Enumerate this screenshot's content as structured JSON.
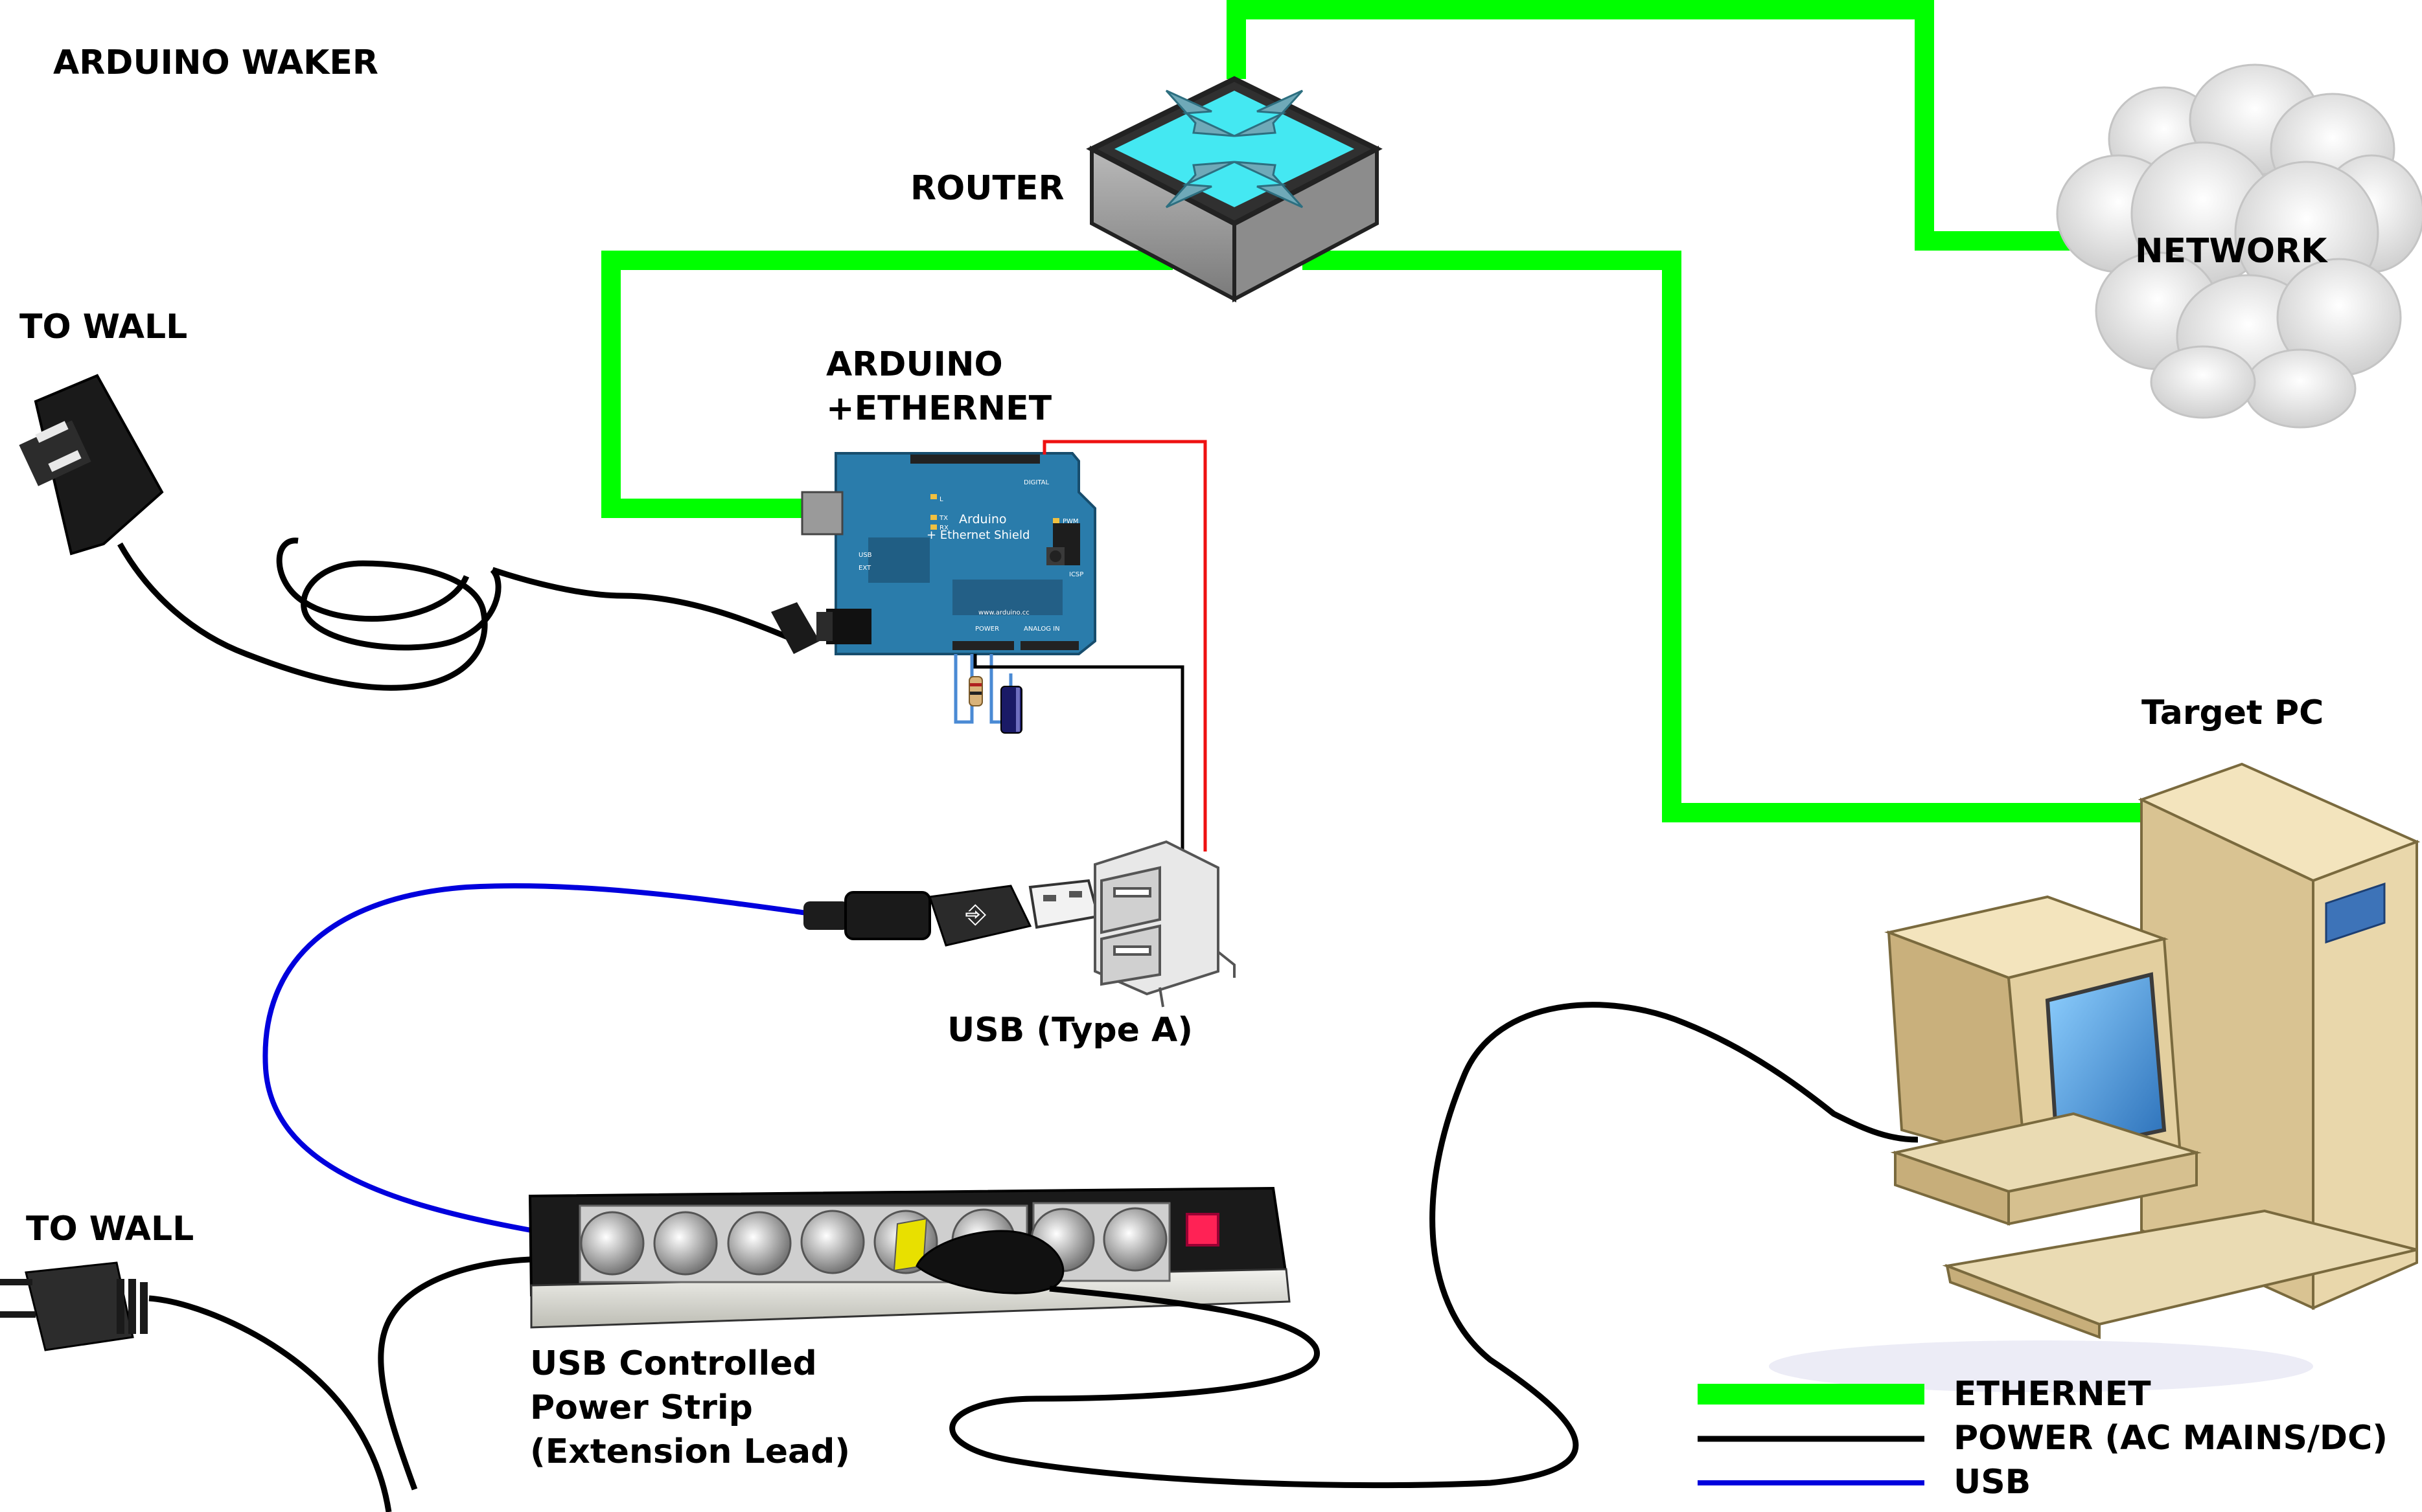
{
  "title": "ARDUINO WAKER",
  "labels": {
    "router": "ROUTER",
    "network": "NETWORK",
    "arduino_line1": "ARDUINO",
    "arduino_line2": "+ETHERNET",
    "to_wall_top": "TO WALL",
    "to_wall_bottom": "TO WALL",
    "usb_type_a": "USB (Type A)",
    "power_strip_line1": "USB Controlled",
    "power_strip_line2": "Power Strip",
    "power_strip_line3": "(Extension Lead)",
    "target_pc": "Target PC"
  },
  "board_text": {
    "name": "Arduino",
    "shield": "+ Ethernet Shield",
    "digital": "DIGITAL",
    "analog_in": "ANALOG IN",
    "power": "POWER",
    "url": "www.arduino.cc",
    "icsp": "ICSP",
    "pwm": "PWM",
    "usb": "USB",
    "ext": "EXT",
    "tx": "TX",
    "rx": "RX",
    "l": "L"
  },
  "legend": [
    {
      "label": "ETHERNET",
      "color": "#00ff00"
    },
    {
      "label": "POWER (AC MAINS/DC)",
      "color": "#000000"
    },
    {
      "label": "USB",
      "color": "#0000dd"
    }
  ],
  "colors": {
    "ethernet": "#00ff00",
    "power": "#000000",
    "usb": "#0000dd",
    "signal_red": "#ee1111",
    "board": "#2a7cab",
    "router_top": "#44e8f2",
    "pc_beige": "#e6d3a8",
    "pc_screen": "#3d8fd6"
  },
  "icons": {
    "router": "router-icon",
    "network": "cloud-icon",
    "arduino": "arduino-board-icon",
    "wall_adapter": "wall-adapter-icon",
    "mains_plug": "mains-plug-icon",
    "usb_plug": "usb-plug-icon",
    "usb_socket": "usb-socket-icon",
    "power_strip": "power-strip-icon",
    "pc": "desktop-pc-icon"
  }
}
